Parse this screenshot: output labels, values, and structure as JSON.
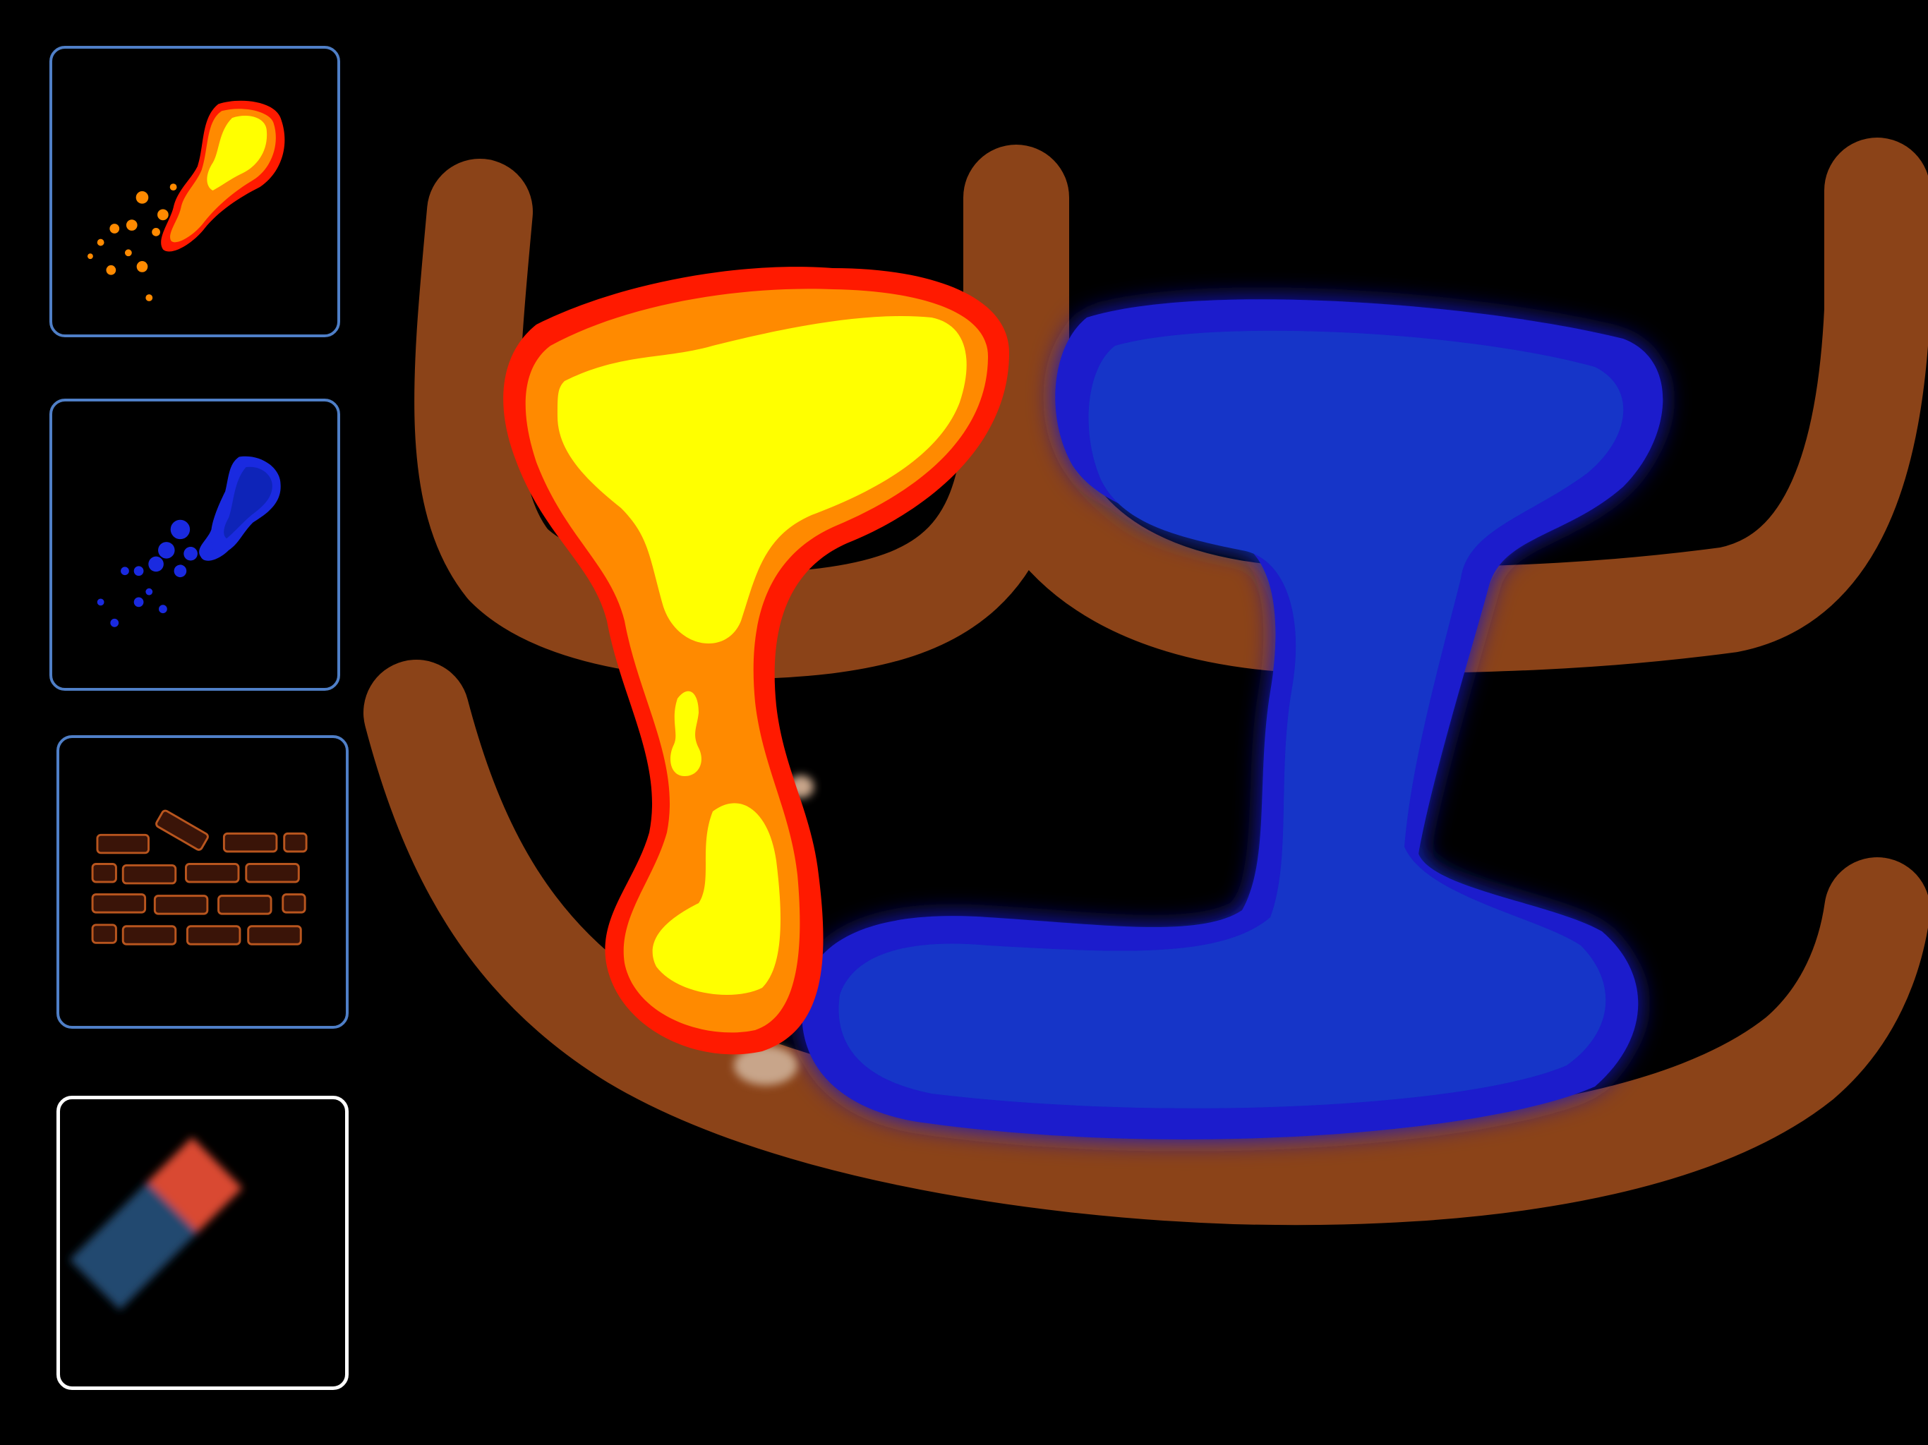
{
  "app": {
    "mode": "painting-canvas",
    "background_color": "#000000"
  },
  "toolbar": {
    "tools": [
      {
        "id": "lava",
        "icon": "lava-splash-icon",
        "selected": false,
        "border_color": "#4f7fc7"
      },
      {
        "id": "water",
        "icon": "water-splash-icon",
        "selected": false,
        "border_color": "#4f7fc7"
      },
      {
        "id": "brick",
        "icon": "brick-wall-icon",
        "selected": false,
        "border_color": "#4f7fc7"
      },
      {
        "id": "eraser",
        "icon": "eraser-icon",
        "selected": true,
        "border_color": "#ffffff"
      }
    ]
  },
  "colors": {
    "dirt": "#8b4318",
    "lava_outer": "#ff1a00",
    "lava_mid": "#ff8a00",
    "lava_core": "#ffff00",
    "water_outer": "#1a1acc",
    "water_inner": "#1436c8",
    "eraser_red": "#d94a32",
    "eraser_blue": "#244a70"
  }
}
